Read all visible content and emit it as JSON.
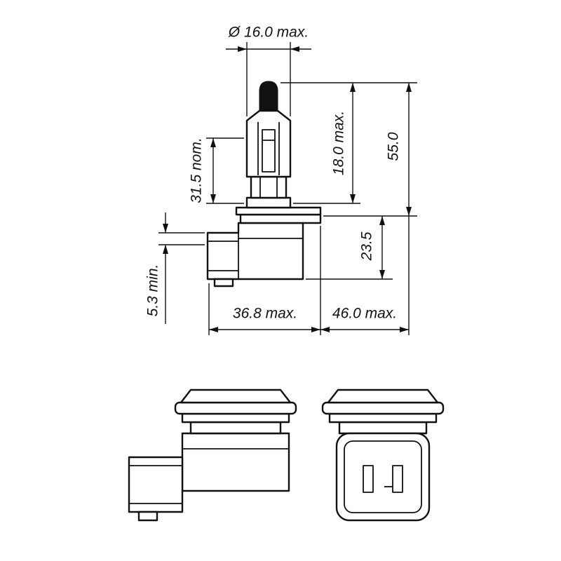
{
  "drawing": {
    "type": "technical-dimension-drawing",
    "subject": "halogen-headlight-bulb",
    "colors": {
      "line": "#111111",
      "background": "#ffffff"
    },
    "dimensions": {
      "diameter_label": "Ø 16.0 max.",
      "length_31_5": "31.5 nom.",
      "length_18": "18.0 max.",
      "length_55": "55.0",
      "length_23_5": "23.5",
      "length_5_3": "5.3 min.",
      "width_36_8": "36.8 max.",
      "width_46": "46.0 max."
    }
  }
}
